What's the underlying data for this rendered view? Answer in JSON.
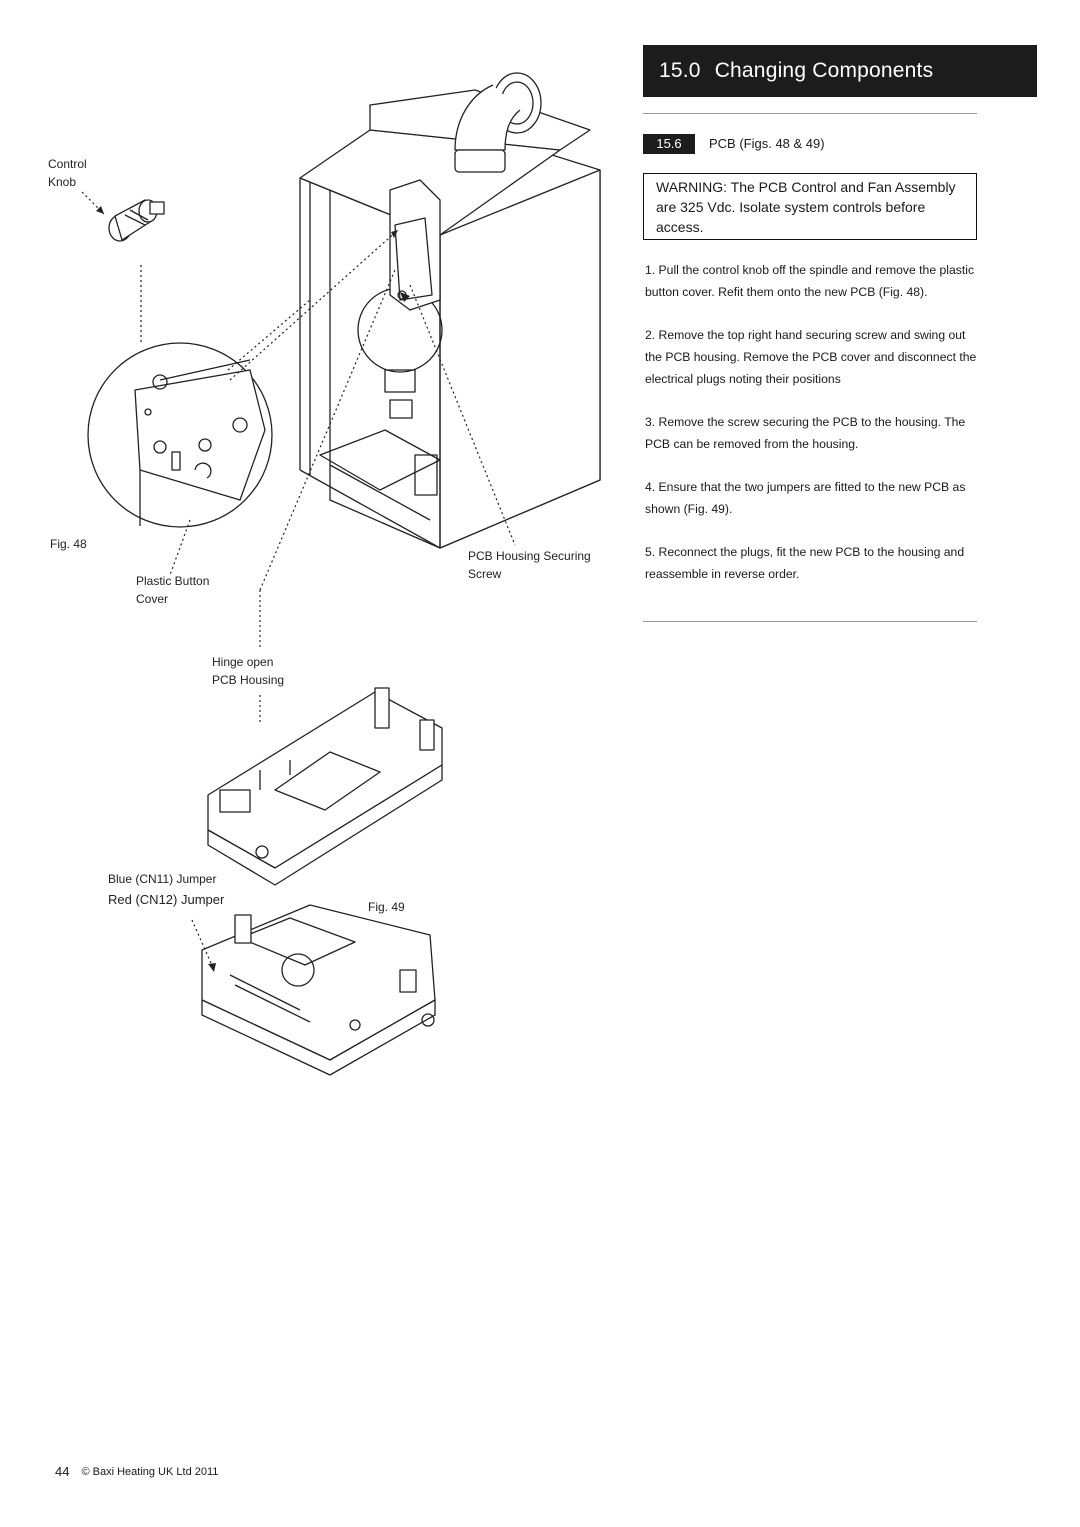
{
  "section": {
    "number": "15.0",
    "title": "Changing Components"
  },
  "subsection": {
    "number": "15.6",
    "title": "PCB (Figs. 48 & 49)"
  },
  "warning": "WARNING: The PCB Control and Fan Assembly are 325 Vdc. Isolate system controls before access.",
  "steps": [
    "1. Pull the control knob off the spindle and remove the plastic button cover. Refit them onto the new PCB (Fig. 48).",
    "2. Remove the top right hand securing screw and swing out the PCB housing. Remove the PCB cover and disconnect the electrical plugs noting their positions",
    "3. Remove the screw securing the PCB to the housing. The PCB can be removed from the housing.",
    "4. Ensure that the two jumpers are fitted to the new PCB as shown (Fig. 49).",
    "5. Reconnect the plugs, fit the new PCB to the housing and reassemble in reverse order."
  ],
  "figure48": {
    "caption": "Fig. 48",
    "label_control_knob_1": "Control",
    "label_control_knob_2": "Knob",
    "label_plastic_button_1": "Plastic Button",
    "label_plastic_button_2": "Cover",
    "label_pcb_screw_1": "PCB Housing Securing",
    "label_pcb_screw_2": "Screw",
    "label_hinge_1": "Hinge open",
    "label_hinge_2": "PCB Housing"
  },
  "figure49": {
    "caption": "Fig. 49",
    "label_blue_jumper": "Blue (CN11) Jumper",
    "label_red_jumper": "Red (CN12) Jumper"
  },
  "footer": {
    "page_number": "44",
    "copyright": "© Baxi Heating UK Ltd 2011"
  }
}
